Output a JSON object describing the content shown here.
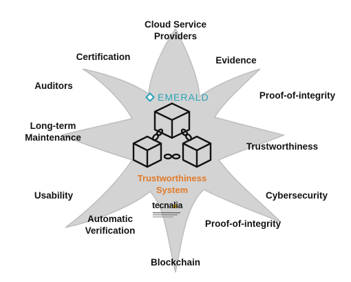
{
  "diagram": {
    "petal_color": "#d3d3d3",
    "petal_stroke": "#bdbdbd",
    "labels": {
      "top": "Cloud Service\nProviders",
      "certification": "Certification",
      "evidence": "Evidence",
      "auditors": "Auditors",
      "proof_top": "Proof-of-integrity",
      "long_term": "Long-term\nMaintenance",
      "trustworthiness": "Trustworthiness",
      "usability": "Usability",
      "cybersecurity": "Cybersecurity",
      "automatic": "Automatic\nVerification",
      "proof_bottom": "Proof-of-integrity",
      "blockchain": "Blockchain"
    },
    "center": {
      "title": "Trustworthiness\nSystem",
      "title_color": "#e07b2a",
      "icon": "blockchain-network-icon"
    },
    "logos": {
      "emerald": "EMERALD",
      "emerald_color": "#2aa3b8",
      "emerald_icon": "emerald-diamond-icon",
      "tecnalia": "tecnalia",
      "tecnalia_accent": "#f2c200"
    }
  }
}
